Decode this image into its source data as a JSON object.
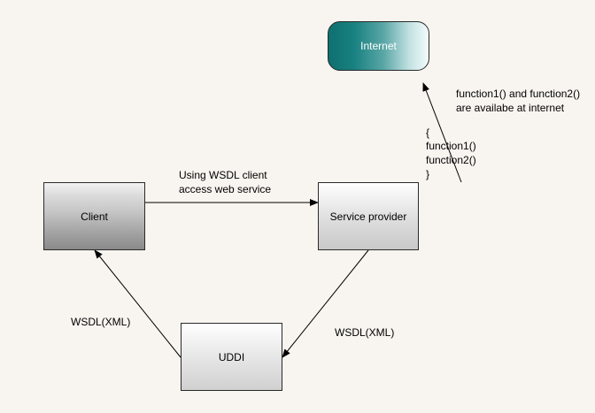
{
  "nodes": {
    "client": "Client",
    "service_provider": "Service provider",
    "uddi": "UDDI",
    "internet": "Internet"
  },
  "edges": {
    "client_to_provider": [
      "Using WSDL client",
      "access web service"
    ],
    "uddi_to_client": "WSDL(XML)",
    "provider_to_uddi": "WSDL(XML)",
    "provider_to_internet": [
      "function1() and function2()",
      "are availabe at internet"
    ]
  },
  "code_block": [
    "{",
    "function1()",
    "function2()",
    "}"
  ],
  "colors": {
    "background": "#f8f5f0",
    "internet_fill": "#188080",
    "arrow": "#000000"
  }
}
